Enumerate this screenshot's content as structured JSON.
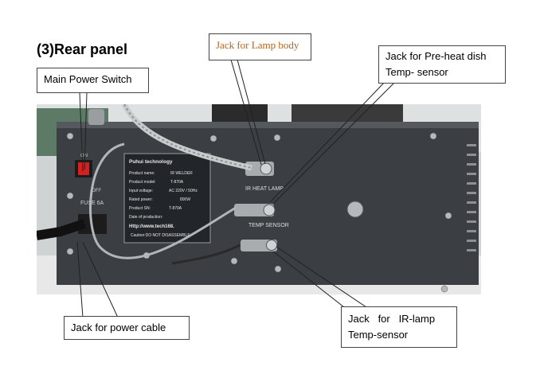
{
  "title": "(3)Rear panel",
  "callouts": {
    "lamp_body": "Jack for Lamp body",
    "preheat_line1": "Jack for Pre-heat dish",
    "preheat_line2": "Temp- sensor",
    "main_power": "Main Power Switch",
    "power_cable": "Jack for power cable",
    "ir_lamp_line1": "Jack   for   IR-lamp",
    "ir_lamp_line2": "Temp-sensor"
  },
  "panel": {
    "ir_heat_lamp": "IR HEAT LAMP",
    "temp_sensor": "TEMP SENSOR",
    "fuse": "FUSE 6A",
    "on": "ON",
    "off": "OFF",
    "label": {
      "company": "Puhui technology",
      "product_name": "Product name:",
      "product_name_val": "IR WELDER",
      "product_model": "Product model:",
      "product_model_val": "T-870A",
      "input_voltage": "Input voltage:",
      "input_voltage_val": "AC 220V / 50Hz",
      "rated_power": "Rated power:",
      "rated_power_val": "800W",
      "product_sn": "Product SN:",
      "product_sn_val": "T-870A",
      "date": "Date of production:",
      "website": "Http://www.tech168.",
      "caution": "Caution:DO NOT DISASSEMBLE"
    }
  },
  "colors": {
    "panel": "#3b3f44",
    "panel_dark": "#23262a",
    "switch_red": "#d42020",
    "callout_orange": "#b5651d"
  }
}
